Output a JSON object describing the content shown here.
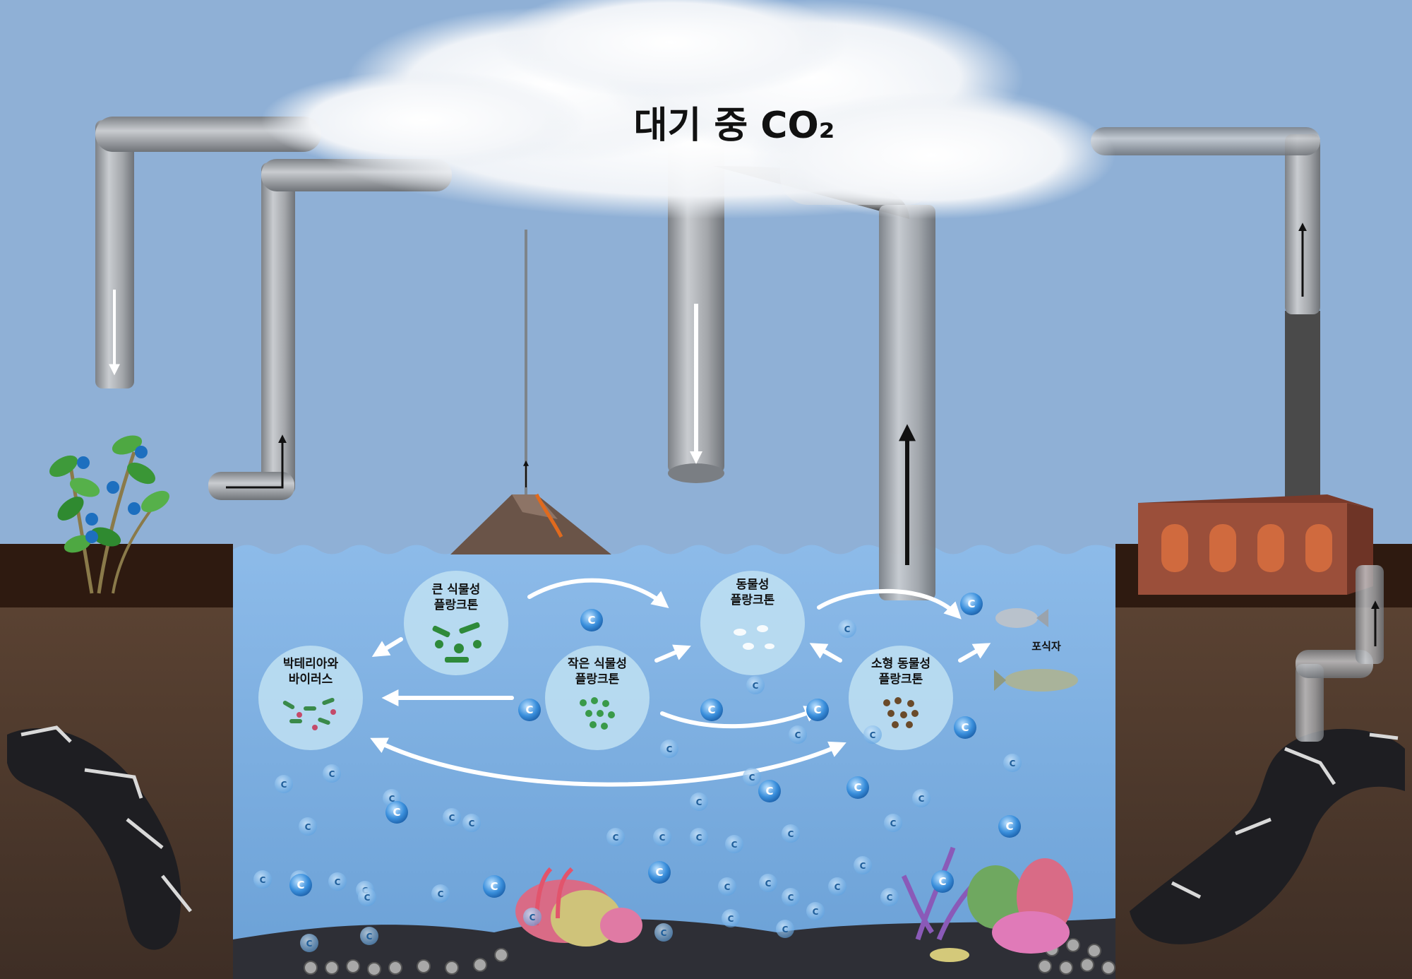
{
  "title": "대기 중 CO₂",
  "labels": {
    "large_phyto_1": "큰 식물성",
    "large_phyto_2": "플랑크톤",
    "zoo_1": "동물성",
    "zoo_2": "플랑크톤",
    "small_phyto_1": "작은 식물성",
    "small_phyto_2": "플랑크톤",
    "bacteria_1": "박테리아와",
    "bacteria_2": "바이러스",
    "small_zoo_1": "소형 동물성",
    "small_zoo_2": "플랑크톤",
    "predators": "포식자"
  },
  "carbon_symbol": "C",
  "colors": {
    "sky": "#8fb0d6",
    "water": "#7fb0e0",
    "soil": "#4a3528",
    "pipe": "#a9acb0",
    "carbon": "#2f86d6"
  }
}
